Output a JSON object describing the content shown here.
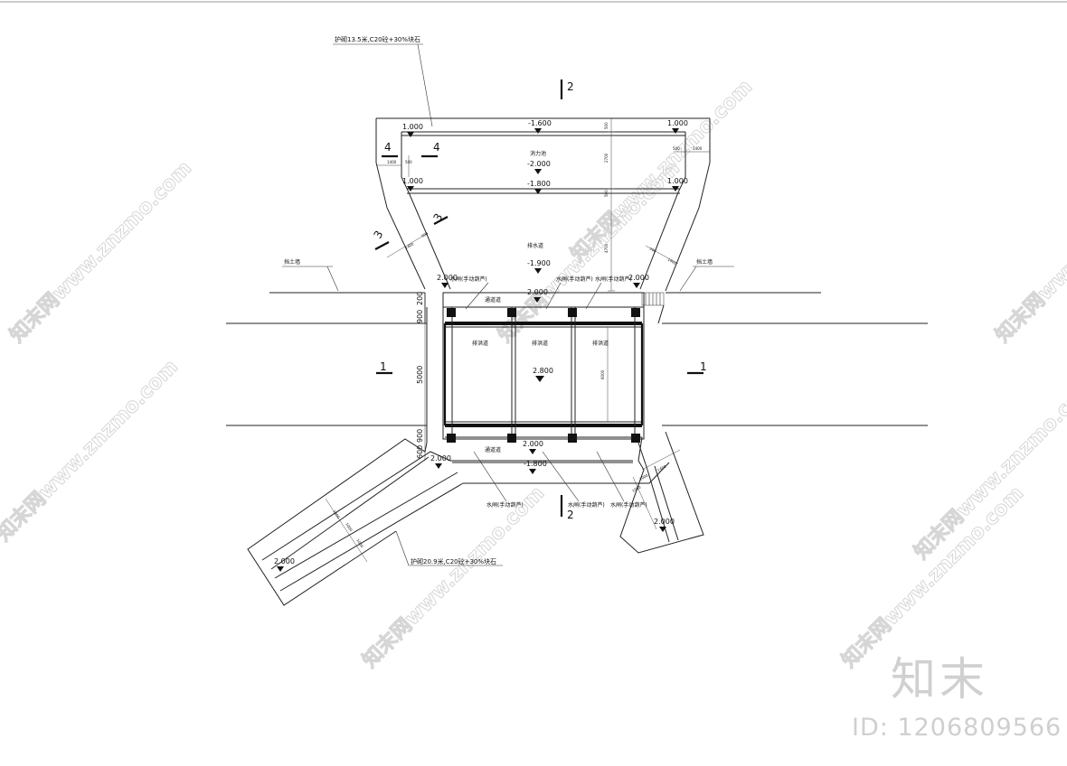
{
  "notes": {
    "top_apron": "护砌13.5米,C20砼+30%块石",
    "bottom_apron": "护砌20.9米,C20砼+30%块石",
    "retaining_left": "挡土墙",
    "retaining_right": "挡土墙",
    "gate_tl": "水闸(手动葫芦)",
    "gate_tm": "水闸(手动葫芦)",
    "gate_tr": "水闸(手动葫芦)",
    "gate_bl": "水闸(手动葫芦)",
    "gate_bm": "水闸(手动葫芦)",
    "gate_br": "水闸(手动葫芦)",
    "basin_label": "消力池",
    "channel_label": "排水道",
    "walkway_top": "通道道",
    "walkway_bottom": "通道道",
    "bay_left": "排洪道",
    "bay_mid": "排洪道",
    "bay_right": "排洪道"
  },
  "elevations": {
    "top_center": "-1.600",
    "top_left": "1.000",
    "top_right": "1.000",
    "basin": "-2.000",
    "sill": "-1.800",
    "sill_left": "1.000",
    "sill_right": "1.000",
    "channel": "-1.900",
    "abut_left": "2.000",
    "abut_right": "2.000",
    "deck_top": "2.000",
    "bed": "2.800",
    "deck_bottom": "2.000",
    "bottom_sill": "-1.800",
    "bl_wall": "2.000",
    "bl_end": "2.000",
    "br_end": "2.000"
  },
  "sections": {
    "s2_top": "2",
    "s2_bottom": "2",
    "s1_left": "1",
    "s1_right": "1",
    "s4_a": "4",
    "s4_b": "4",
    "s3_a": "3",
    "s3_b": "3"
  },
  "dimensions": {
    "d900a": "900",
    "d200": "200",
    "d5000": "5000",
    "d600": "600",
    "d900b": "900",
    "d1400a": "1400",
    "d500a": "500",
    "d1400b": "1400",
    "d500b": "500",
    "d2700": "2700",
    "d4700": "4700",
    "d500c": "500",
    "d500d": "500",
    "d1400c": "1400",
    "d500e": "500",
    "d500f": "500",
    "d1400d": "1400",
    "d6000": "6000",
    "d1400e": "1400",
    "d1000a": "1000",
    "d1400f": "1400",
    "d1000b": "1000",
    "d1000c": "1000",
    "d1000d": "1000"
  },
  "watermark": {
    "text": "知末网www.znzmo.com",
    "brand": "知末",
    "id": "ID: 1206809566"
  }
}
